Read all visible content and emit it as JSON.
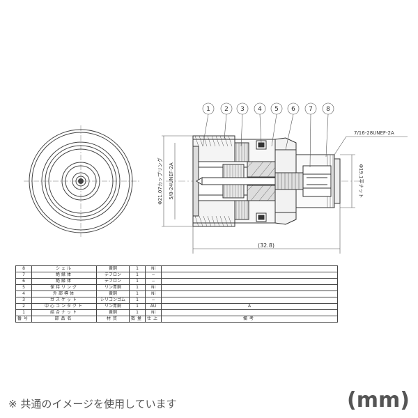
{
  "balloons": [
    "1",
    "2",
    "3",
    "4",
    "5",
    "6",
    "7",
    "8"
  ],
  "dimensions": {
    "thread_right": "7/16-28UNEF-2A",
    "dia_left": "Φ21.07カップリング",
    "thread_left": "5/8-24UNEF-2A",
    "dia_right": "Φ19.1平ナット",
    "length": "(32.8)"
  },
  "parts_table": {
    "header": [
      "番号",
      "部品名",
      "材質",
      "数量",
      "仕上",
      "備考"
    ],
    "rows": [
      [
        "8",
        "シェル",
        "黄銅",
        "1",
        "Ni",
        ""
      ],
      [
        "7",
        "絶縁体",
        "テフロン",
        "1",
        "−",
        ""
      ],
      [
        "6",
        "絶縁体",
        "テフロン",
        "1",
        "−",
        ""
      ],
      [
        "5",
        "保持リング",
        "リン青銅",
        "1",
        "Ni",
        ""
      ],
      [
        "4",
        "外部導体",
        "黄銅",
        "1",
        "Ni",
        ""
      ],
      [
        "3",
        "ガスケット",
        "シリコンゴム",
        "1",
        "−",
        ""
      ],
      [
        "2",
        "中心コンタクト",
        "リン青銅",
        "1",
        "AU",
        "A"
      ],
      [
        "1",
        "結合ナット",
        "黄銅",
        "1",
        "Ni",
        ""
      ]
    ]
  },
  "footer_note": "※ 共通のイメージを使用しています",
  "unit_label": "(mm)"
}
